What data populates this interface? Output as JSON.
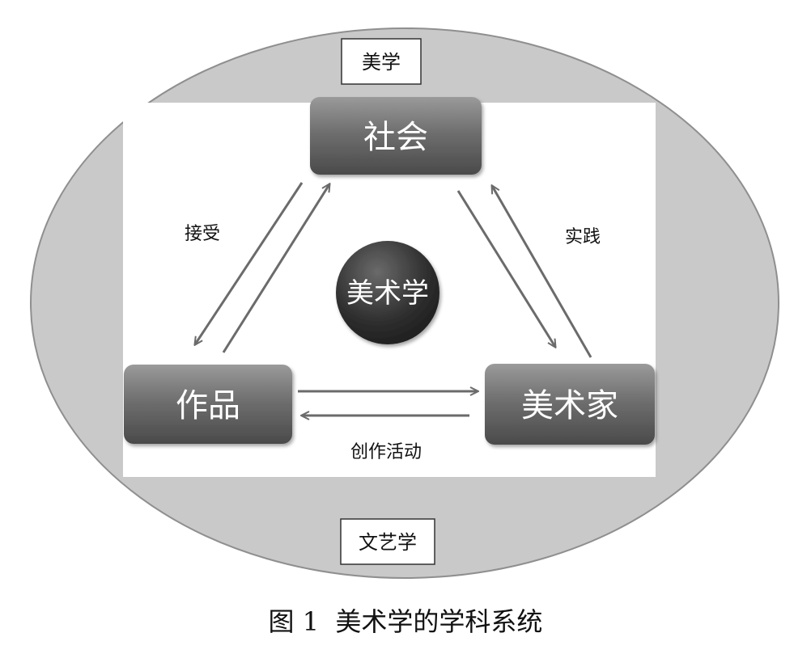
{
  "diagram": {
    "outer_top_label": "美学",
    "outer_bottom_label": "文艺学",
    "center_label": "美术学",
    "nodes": {
      "society": "社会",
      "artwork": "作品",
      "artist": "美术家"
    },
    "edges": {
      "reception": "接受",
      "practice": "实践",
      "creation": "创作活动"
    }
  },
  "caption": "图 1  美术学的学科系统"
}
